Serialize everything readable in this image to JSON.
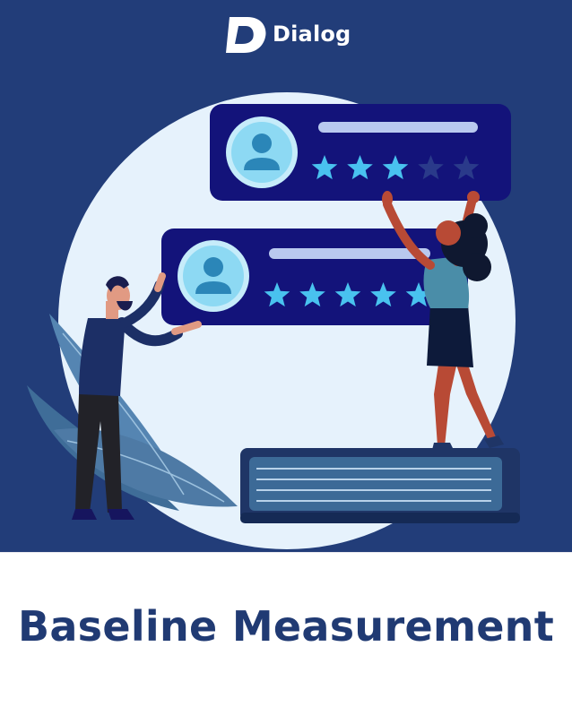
{
  "brand": {
    "name": "Dialog",
    "logo_letter": "D"
  },
  "title": "Baseline Measurement",
  "colors": {
    "hero_bg": "#223d79",
    "circle": "#e6f2fc",
    "card": "#13137a",
    "star_on": "#49c2ef",
    "star_off": "#2a3a8a",
    "avatar": "#8dd9f3",
    "book": "#2b4b7a",
    "leaf": "#4e7aa5",
    "title": "#203a73"
  },
  "review_cards": [
    {
      "name": "review-card-top",
      "rating": 3,
      "max": 5
    },
    {
      "name": "review-card-bottom",
      "rating": 5,
      "max": 5
    }
  ]
}
